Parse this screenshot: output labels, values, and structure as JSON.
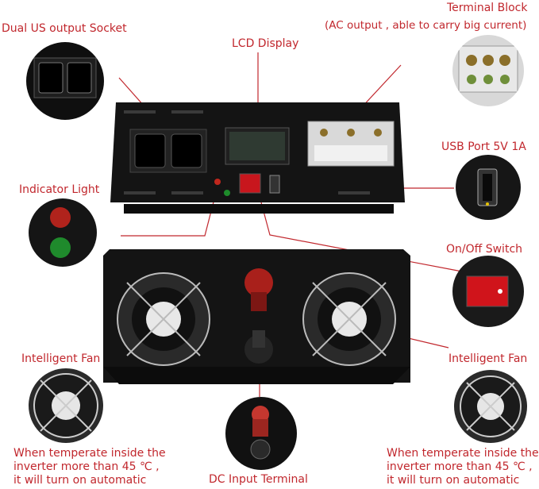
{
  "labels": {
    "us_socket": "Dual US output Socket",
    "terminal_block": "Terminal Block",
    "terminal_note": "(AC output , able to carry big current)",
    "lcd": "LCD Display",
    "usb": "USB Port   5V 1A",
    "indicator": "Indicator Light",
    "switch": "On/Off Switch",
    "fan_left": "Intelligent Fan",
    "fan_right": "Intelligent Fan",
    "dc_input": "DC Input Terminal"
  },
  "fan_note_left": [
    "When temperate inside the",
    "inverter more than 45 ℃ ,",
    "it will turn on automatic"
  ],
  "fan_note_right": [
    "When temperate inside the",
    "inverter more than 45 ℃ ,",
    "it will turn on automatic"
  ],
  "colors": {
    "label": "#c1272d",
    "line": "#c1272d",
    "body": "#141414"
  }
}
